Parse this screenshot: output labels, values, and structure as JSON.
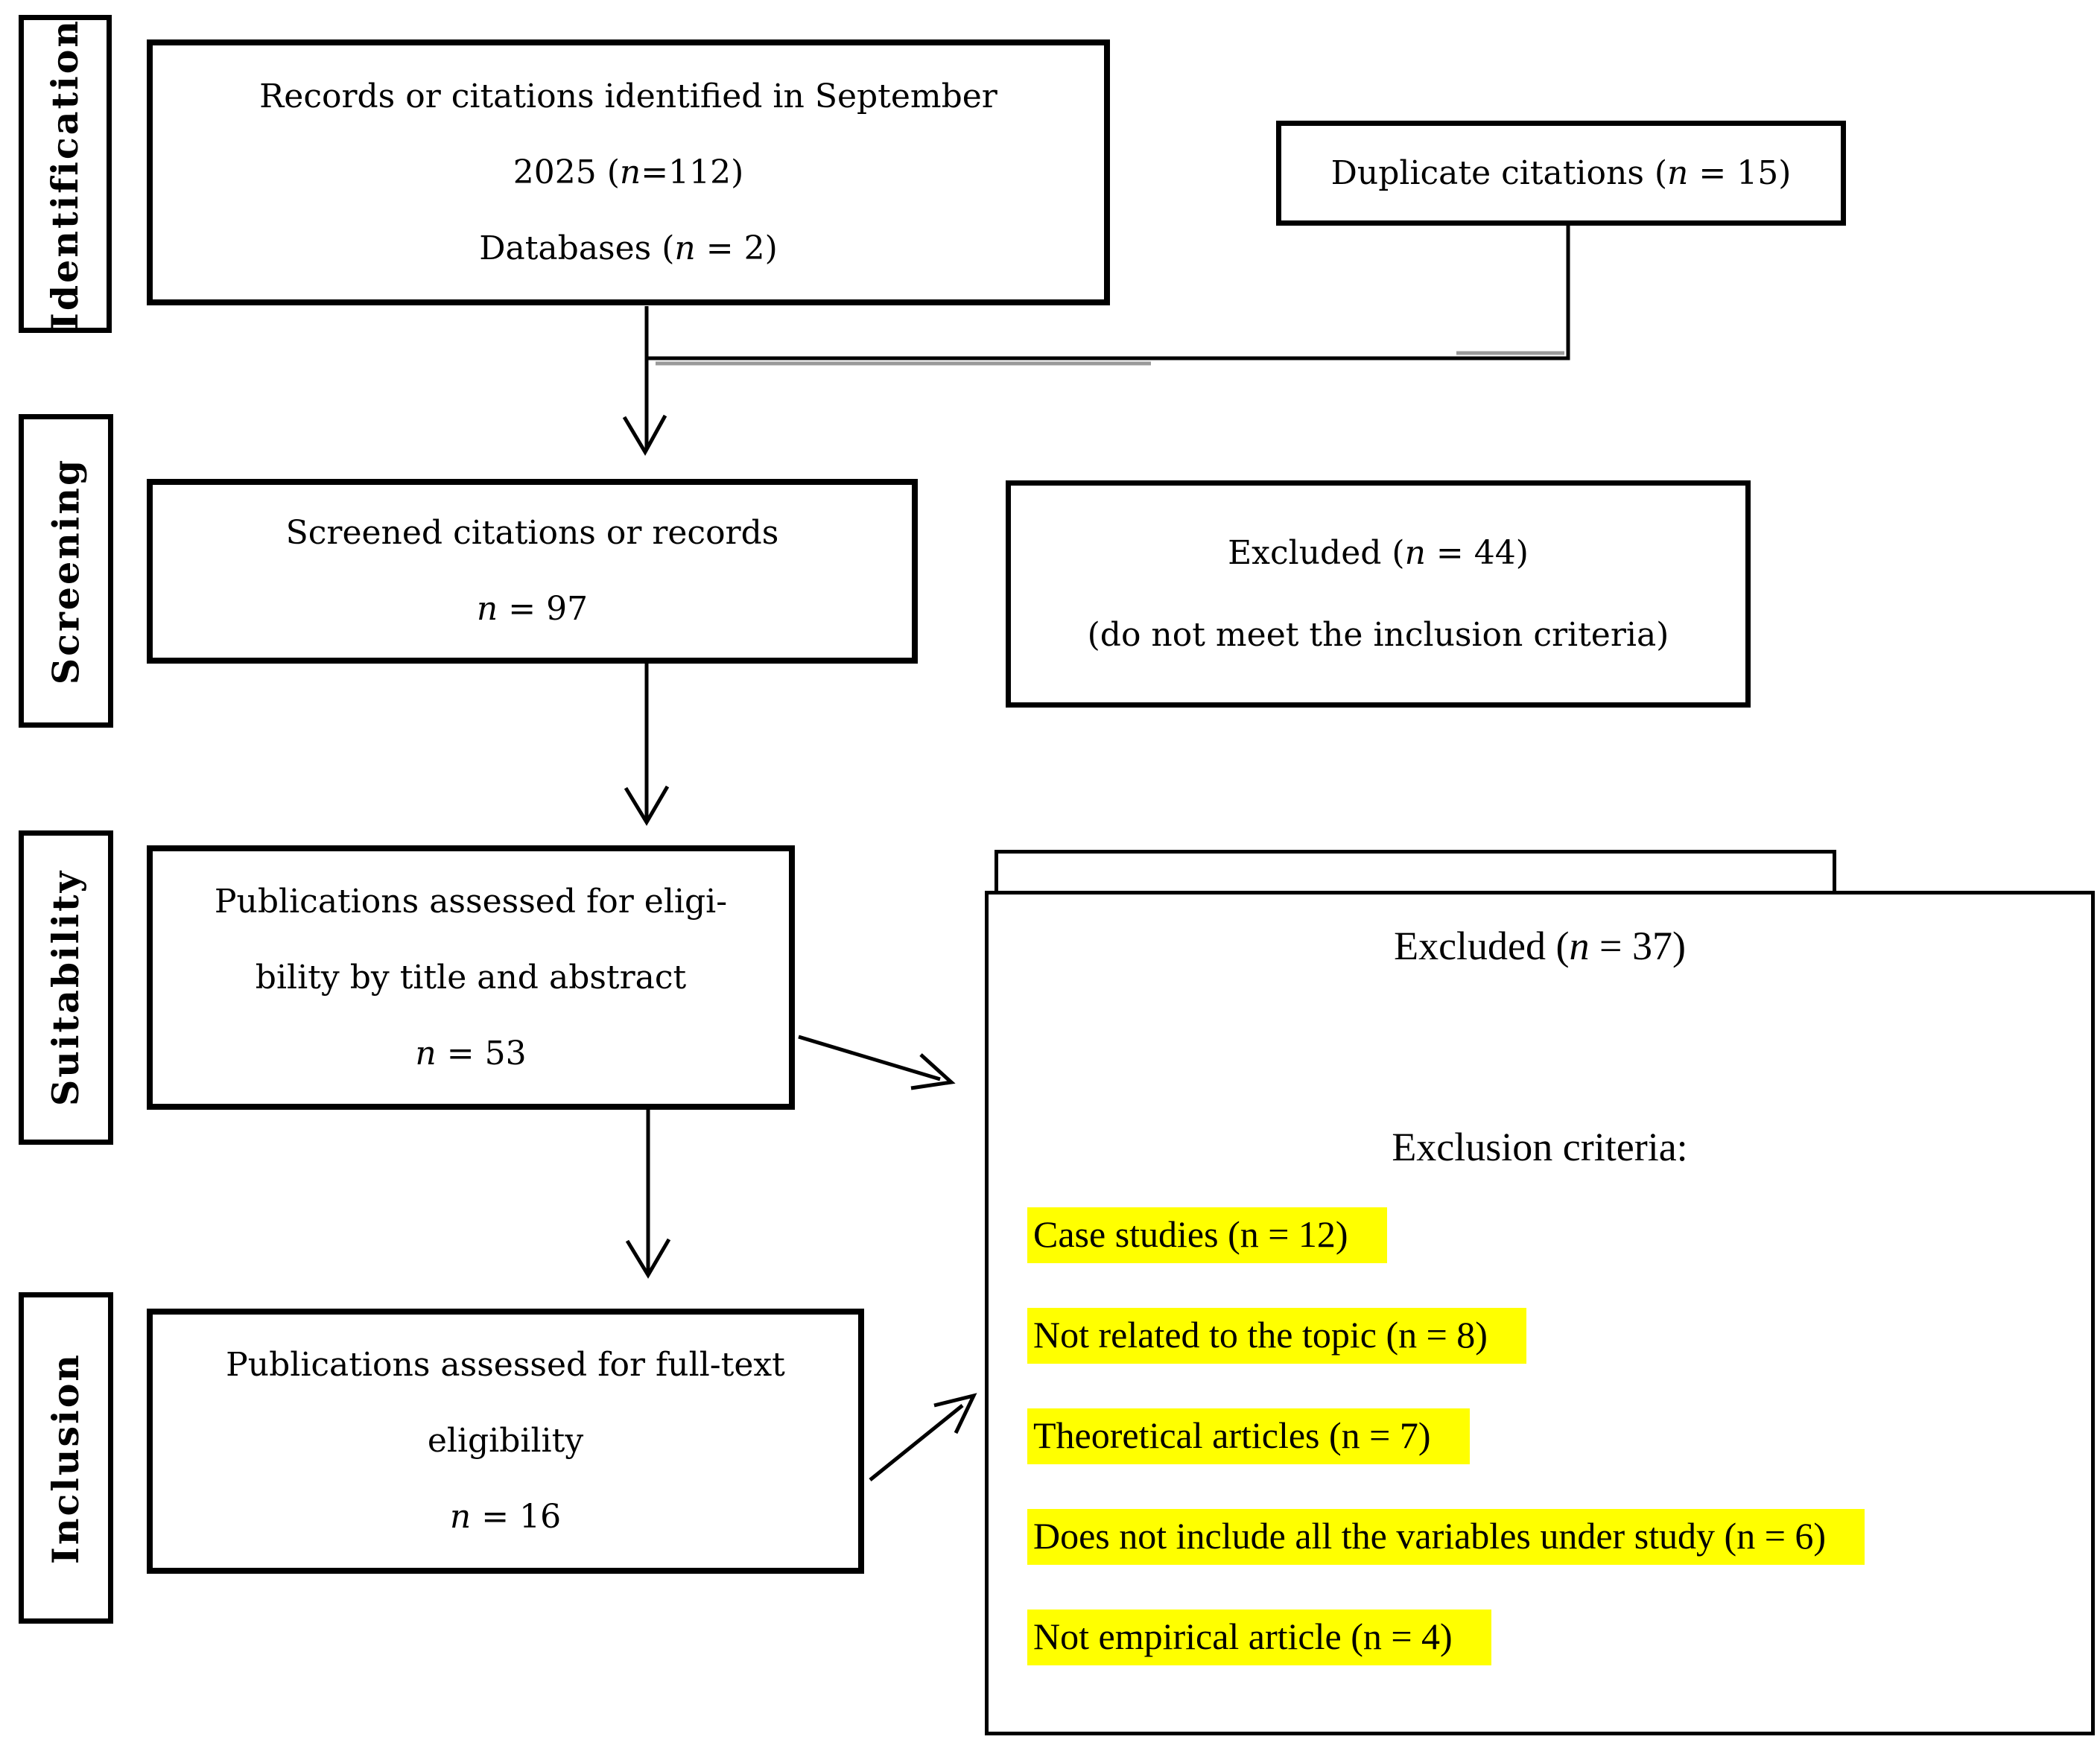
{
  "sidebar": {
    "labels": [
      {
        "text": "Identification"
      },
      {
        "text": "Screening"
      },
      {
        "text": "Suitability"
      },
      {
        "text": "Inclusion"
      }
    ]
  },
  "boxes": {
    "identification": {
      "lines": [
        "Records or citations identified in September",
        "2025 (n=112)",
        "Databases (n = 2)"
      ]
    },
    "duplicates": {
      "text": "Duplicate citations (n = 15)"
    },
    "screening": {
      "lines": [
        "Screened citations or records",
        "n = 97"
      ]
    },
    "excluded_screening": {
      "lines": [
        "Excluded (n = 44)",
        "(do not meet the inclusion criteria)"
      ]
    },
    "suitability": {
      "lines": [
        "Publications assessed for eligi-",
        "bility by title and abstract",
        "n = 53"
      ]
    },
    "inclusion": {
      "lines": [
        "Publications assessed for full-text",
        "eligibility",
        "n = 16"
      ]
    },
    "excluded_suitability": {
      "title": "Excluded (n = 37)",
      "subtitle": "Exclusion criteria:",
      "criteria": [
        "Case studies (n = 12)",
        "Not related to the topic (n = 8)",
        "Theoretical articles (n = 7)",
        "Does not include all the variables under study (n = 6)",
        "Not empirical article (n = 4)"
      ]
    }
  },
  "colors": {
    "highlight": "#ffff00",
    "line": "#000000",
    "line_shadow": "#9a9a9a",
    "background": "#ffffff"
  }
}
